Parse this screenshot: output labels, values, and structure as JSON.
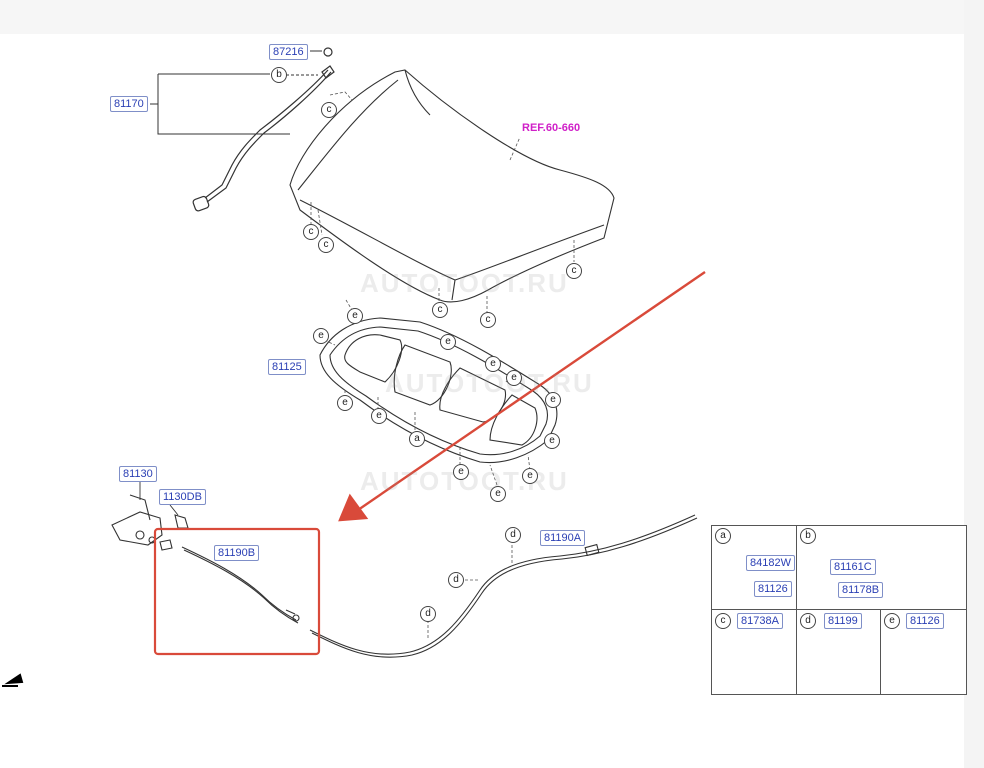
{
  "diagram": {
    "ref_label": "REF.60-660",
    "watermark": "AUTOTOOT.RU",
    "part_labels": {
      "p87216": "87216",
      "p81170": "81170",
      "p81125": "81125",
      "p81130": "81130",
      "p1130DB": "1130DB",
      "p81190B": "81190B",
      "p81190A": "81190A"
    },
    "callouts": {
      "b": "b",
      "c": "c",
      "e": "e",
      "a": "a",
      "d": "d"
    },
    "legend": {
      "a_head": "a",
      "b_head": "b",
      "c_head": "c",
      "d_head": "d",
      "e_head": "e",
      "a_part1": "84182W",
      "a_part2": "81126",
      "b_part1": "81161C",
      "b_part2": "81178B",
      "c_part": "81738A",
      "d_part": "81199",
      "e_part": "81126"
    },
    "highlight_color": "#d94a3a",
    "label_color": "#2a3fb4"
  }
}
